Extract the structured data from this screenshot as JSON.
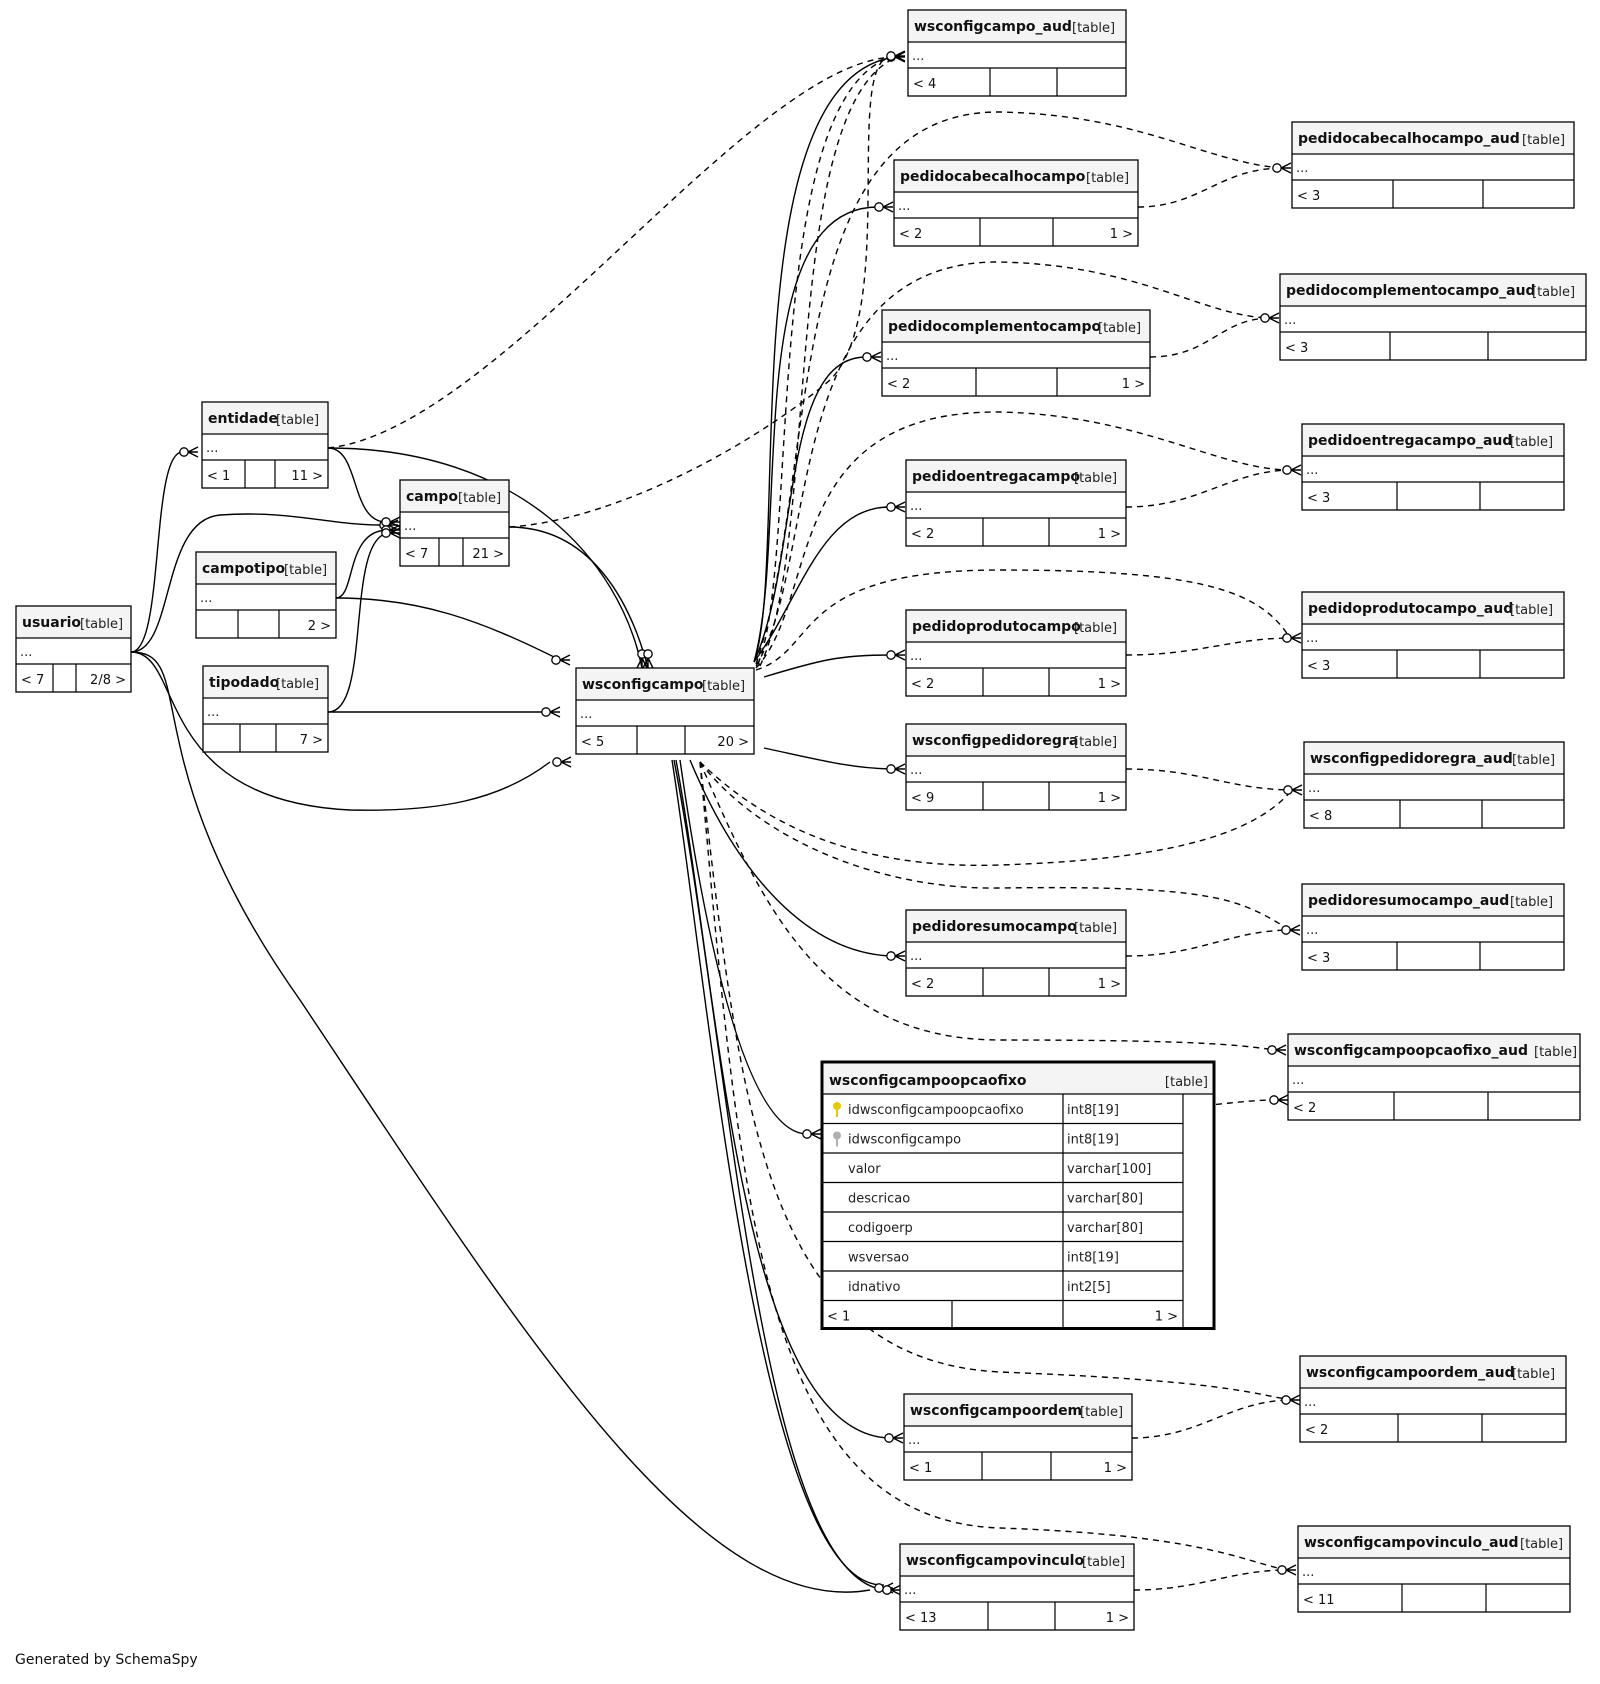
{
  "diagram": {
    "footer": "Generated by SchemaSpy",
    "tables": [
      {
        "id": "wsconfigcampo_aud",
        "name": "wsconfigcampo_aud",
        "type": "[table]",
        "rows": [
          "..."
        ],
        "footer": [
          "< 4",
          "",
          ""
        ]
      },
      {
        "id": "pedidocabecalhocampo_aud",
        "name": "pedidocabecalhocampo_aud",
        "type": "[table]",
        "rows": [
          "..."
        ],
        "footer": [
          "< 3",
          "",
          ""
        ]
      },
      {
        "id": "pedidocabecalhocampo",
        "name": "pedidocabecalhocampo",
        "type": "[table]",
        "rows": [
          "..."
        ],
        "footer": [
          "< 2",
          "",
          "1 >"
        ]
      },
      {
        "id": "pedidocomplementocampo_aud",
        "name": "pedidocomplementocampo_aud",
        "type": "[table]",
        "rows": [
          "..."
        ],
        "footer": [
          "< 3",
          "",
          ""
        ]
      },
      {
        "id": "pedidocomplementocampo",
        "name": "pedidocomplementocampo",
        "type": "[table]",
        "rows": [
          "..."
        ],
        "footer": [
          "< 2",
          "",
          "1 >"
        ]
      },
      {
        "id": "entidade",
        "name": "entidade",
        "type": "[table]",
        "rows": [
          "..."
        ],
        "footer": [
          "< 1",
          "",
          "11 >"
        ]
      },
      {
        "id": "pedidoentregacampo_aud",
        "name": "pedidoentregacampo_aud",
        "type": "[table]",
        "rows": [
          "..."
        ],
        "footer": [
          "< 3",
          "",
          ""
        ]
      },
      {
        "id": "campo",
        "name": "campo",
        "type": "[table]",
        "rows": [
          "..."
        ],
        "footer": [
          "< 7",
          "",
          "21 >"
        ]
      },
      {
        "id": "pedidoentregacampo",
        "name": "pedidoentregacampo",
        "type": "[table]",
        "rows": [
          "..."
        ],
        "footer": [
          "< 2",
          "",
          "1 >"
        ]
      },
      {
        "id": "campotipo",
        "name": "campotipo",
        "type": "[table]",
        "rows": [
          "..."
        ],
        "footer": [
          "",
          "",
          "2 >"
        ]
      },
      {
        "id": "pedidoprodutocampo_aud",
        "name": "pedidoprodutocampo_aud",
        "type": "[table]",
        "rows": [
          "..."
        ],
        "footer": [
          "< 3",
          "",
          ""
        ]
      },
      {
        "id": "usuario",
        "name": "usuario",
        "type": "[table]",
        "rows": [
          "..."
        ],
        "footer": [
          "< 7",
          "",
          "2/8 >"
        ]
      },
      {
        "id": "pedidoprodutocampo",
        "name": "pedidoprodutocampo",
        "type": "[table]",
        "rows": [
          "..."
        ],
        "footer": [
          "< 2",
          "",
          "1 >"
        ]
      },
      {
        "id": "tipodado",
        "name": "tipodado",
        "type": "[table]",
        "rows": [
          "..."
        ],
        "footer": [
          "",
          "",
          "7 >"
        ]
      },
      {
        "id": "wsconfigcampo",
        "name": "wsconfigcampo",
        "type": "[table]",
        "rows": [
          "..."
        ],
        "footer": [
          "< 5",
          "",
          "20 >"
        ]
      },
      {
        "id": "wsconfigpedidoregra",
        "name": "wsconfigpedidoregra",
        "type": "[table]",
        "rows": [
          "..."
        ],
        "footer": [
          "< 9",
          "",
          "1 >"
        ]
      },
      {
        "id": "wsconfigpedidoregra_aud",
        "name": "wsconfigpedidoregra_aud",
        "type": "[table]",
        "rows": [
          "..."
        ],
        "footer": [
          "< 8",
          "",
          ""
        ]
      },
      {
        "id": "pedidoresumocampo_aud",
        "name": "pedidoresumocampo_aud",
        "type": "[table]",
        "rows": [
          "..."
        ],
        "footer": [
          "< 3",
          "",
          ""
        ]
      },
      {
        "id": "pedidoresumocampo",
        "name": "pedidoresumocampo",
        "type": "[table]",
        "rows": [
          "..."
        ],
        "footer": [
          "< 2",
          "",
          "1 >"
        ]
      },
      {
        "id": "wsconfigcampoopcaofixo_aud",
        "name": "wsconfigcampoopcaofixo_aud",
        "type": "[table]",
        "rows": [
          "..."
        ],
        "footer": [
          "< 2",
          "",
          ""
        ]
      },
      {
        "id": "wsconfigcampoopcaofixo",
        "name": "wsconfigcampoopcaofixo",
        "type": "[table]",
        "focus": true,
        "columns": [
          {
            "name": "idwsconfigcampoopcaofixo",
            "type": "int8[19]",
            "key": "primary-key-icon",
            "key_color": "#e8c800"
          },
          {
            "name": "idwsconfigcampo",
            "type": "int8[19]",
            "key": "foreign-key-icon",
            "key_color": "#b0b0b0"
          },
          {
            "name": "valor",
            "type": "varchar[100]"
          },
          {
            "name": "descricao",
            "type": "varchar[80]"
          },
          {
            "name": "codigoerp",
            "type": "varchar[80]"
          },
          {
            "name": "wsversao",
            "type": "int8[19]"
          },
          {
            "name": "idnativo",
            "type": "int2[5]"
          }
        ],
        "footer": [
          "< 1",
          "",
          "1 >"
        ]
      },
      {
        "id": "wsconfigcampoordem_aud",
        "name": "wsconfigcampoordem_aud",
        "type": "[table]",
        "rows": [
          "..."
        ],
        "footer": [
          "< 2",
          "",
          ""
        ]
      },
      {
        "id": "wsconfigcampoordem",
        "name": "wsconfigcampoordem",
        "type": "[table]",
        "rows": [
          "..."
        ],
        "footer": [
          "< 1",
          "",
          "1 >"
        ]
      },
      {
        "id": "wsconfigcampovinculo_aud",
        "name": "wsconfigcampovinculo_aud",
        "type": "[table]",
        "rows": [
          "..."
        ],
        "footer": [
          "< 11",
          "",
          ""
        ]
      },
      {
        "id": "wsconfigcampovinculo",
        "name": "wsconfigcampovinculo",
        "type": "[table]",
        "rows": [
          "..."
        ],
        "footer": [
          "< 13",
          "",
          "1 >"
        ]
      }
    ]
  }
}
